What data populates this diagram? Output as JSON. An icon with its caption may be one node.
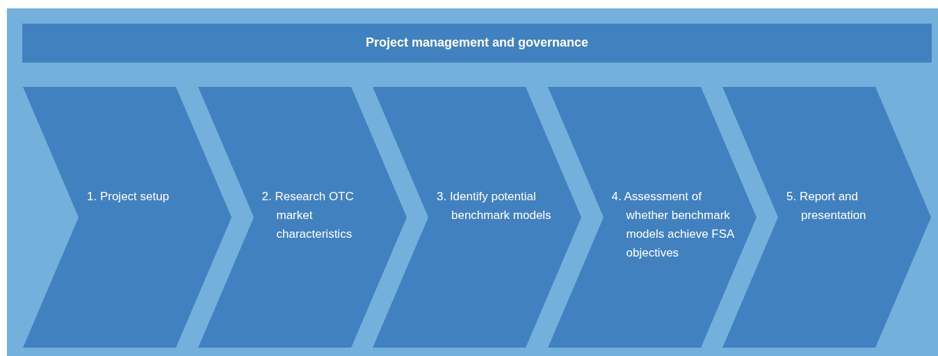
{
  "diagram": {
    "nodes": [
      {
        "text": [
          "Project management and governance"
        ]
      },
      {
        "text": [
          "1. Project setup"
        ]
      },
      {
        "text": [
          "2. Research OTC market characteristics"
        ]
      },
      {
        "text": [
          "3. Identify potential benchmark models"
        ]
      },
      {
        "text": [
          "4. Assessment of whether benchmark models achieve FSA objectives"
        ]
      },
      {
        "text": [
          "5. Report and presentation"
        ]
      }
    ]
  }
}
